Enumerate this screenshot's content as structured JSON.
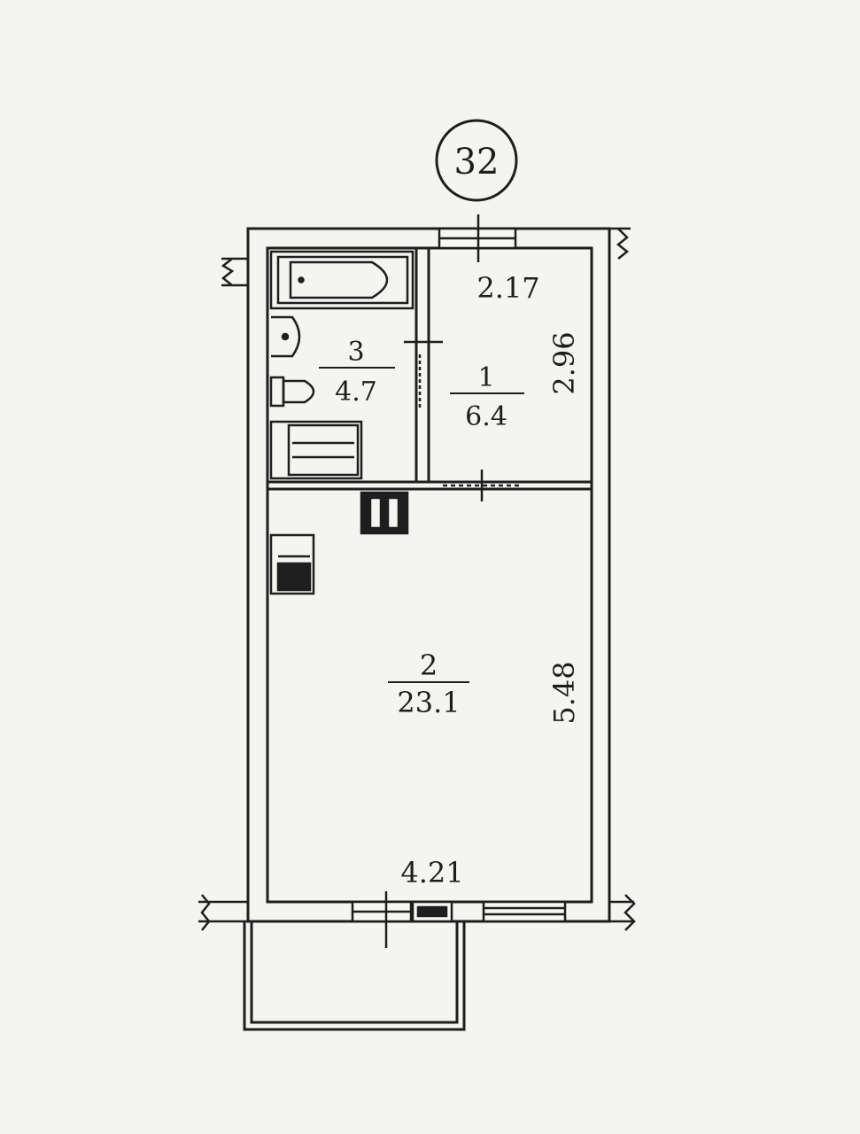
{
  "unit_badge": "32",
  "rooms": [
    {
      "number": "1",
      "area": "6.4"
    },
    {
      "number": "2",
      "area": "23.1"
    },
    {
      "number": "3",
      "area": "4.7"
    }
  ],
  "dimensions": {
    "room1_width": "2.17",
    "room1_length": "2.96",
    "room2_length": "5.48",
    "room2_width": "4.21"
  },
  "colors": {
    "background": "#eeeeea",
    "paper": "#f7f7f4",
    "ink": "#1e1e1e",
    "wall_fill": "#fafaf8"
  }
}
